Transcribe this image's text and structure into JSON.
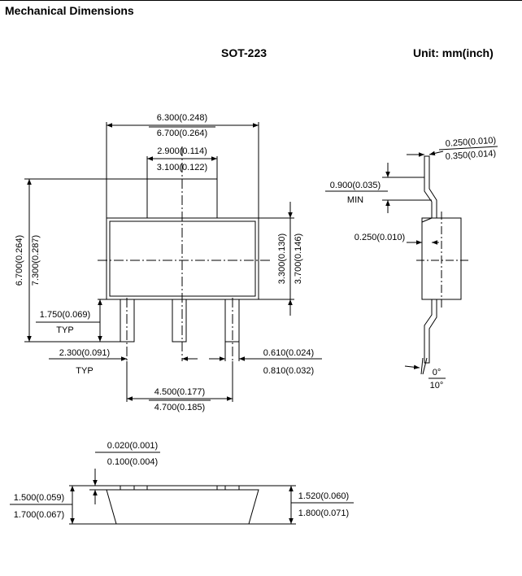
{
  "title": "Mechanical Dimensions",
  "package": "SOT-223",
  "unit": "Unit: mm(inch)",
  "dimensions": {
    "body_width_min": "6.300(0.248)",
    "body_width_max": "6.700(0.264)",
    "tab_width_min": "2.900(0.114)",
    "tab_width_max": "3.100(0.122)",
    "total_length_min": "6.700(0.264)",
    "total_length_max": "7.300(0.287)",
    "body_height_min": "3.300(0.130)",
    "body_height_max": "3.700(0.146)",
    "lead_length": "1.750(0.069)",
    "lead_length_note": "TYP",
    "pitch": "2.300(0.091)",
    "pitch_note": "TYP",
    "lead_width_min": "0.610(0.024)",
    "lead_width_max": "0.810(0.032)",
    "outer_pitch_min": "4.500(0.177)",
    "outer_pitch_max": "4.700(0.185)",
    "lead_thickness_min": "0.250(0.010)",
    "lead_thickness_max": "0.350(0.014)",
    "foot_length": "0.900(0.035)",
    "foot_length_note": "MIN",
    "gauge": "0.250(0.010)",
    "angle_min": "0°",
    "angle_max": "10°",
    "standoff_min": "0.020(0.001)",
    "standoff_max": "0.100(0.004)",
    "height_min": "1.500(0.059)",
    "height_max": "1.700(0.067)",
    "overall_height_min": "1.520(0.060)",
    "overall_height_max": "1.800(0.071)"
  }
}
